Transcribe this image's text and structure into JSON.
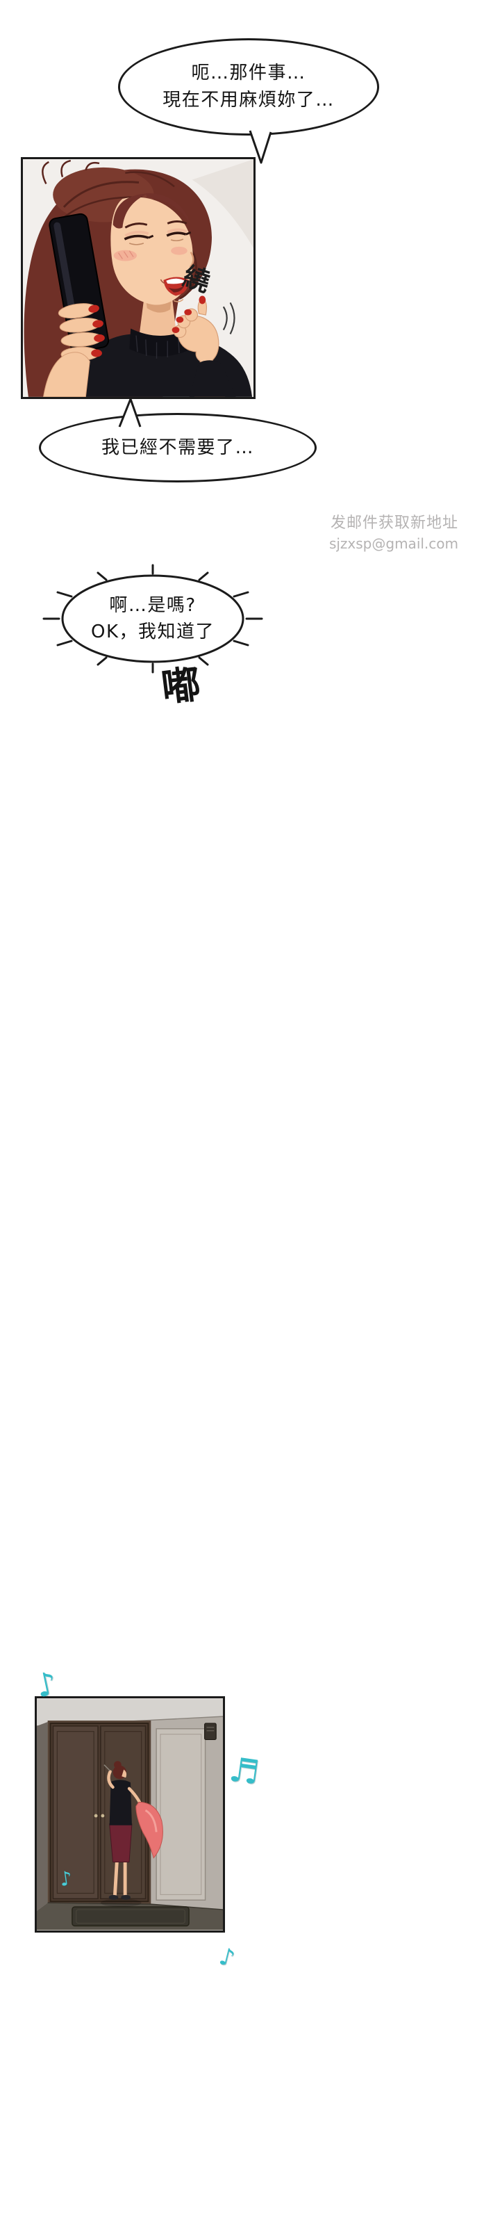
{
  "bubbles": {
    "top": {
      "line1": "呃…那件事…",
      "line2": "現在不用麻煩妳了…"
    },
    "middle": {
      "line1": "我已經不需要了…"
    },
    "burst": {
      "line1": "啊…是嗎?",
      "line2": "OK，我知道了"
    }
  },
  "sfx": {
    "spin": "繞",
    "beep": "嘟",
    "notes": [
      "♪",
      "♬",
      "♪",
      "♪"
    ]
  },
  "watermark": {
    "line1": "发邮件获取新地址",
    "line2": "sjzxsp@gmail.com"
  },
  "colors": {
    "ink": "#1b1b1b",
    "note_teal": "#35bdc9",
    "hair_auburn": "#6f3027",
    "lip_red": "#c23029",
    "nail_red": "#c2271f",
    "skirt_red": "#6e2433",
    "cloth_pink": "#e87372",
    "watermark_gray": "#b5b3b3"
  }
}
